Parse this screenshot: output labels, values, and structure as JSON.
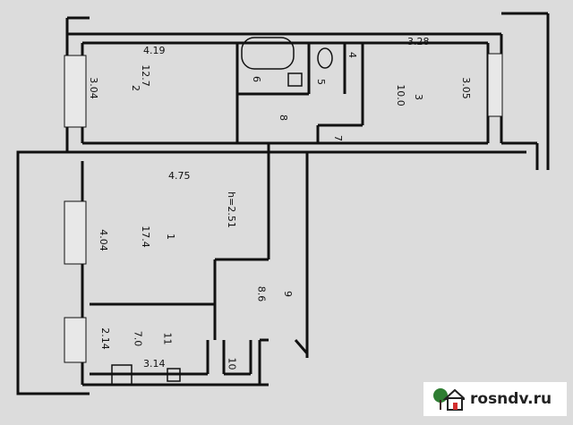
{
  "plan": {
    "ceiling_height": "h=2.51",
    "rooms": [
      {
        "id": "1",
        "area": "17.4",
        "dim_w": "4.75",
        "dim_h": "4.04"
      },
      {
        "id": "2",
        "area": "12.7",
        "dim_w": "4.19",
        "dim_h": "3.04"
      },
      {
        "id": "3",
        "area": "10.0",
        "dim_w": "3.28",
        "dim_h": "3.05"
      },
      {
        "id": "4"
      },
      {
        "id": "5"
      },
      {
        "id": "6"
      },
      {
        "id": "7"
      },
      {
        "id": "8"
      },
      {
        "id": "9",
        "area": "8.6"
      },
      {
        "id": "10"
      },
      {
        "id": "11",
        "area": "7.0",
        "dim_w": "3.14",
        "dim_h": "2.14"
      }
    ]
  },
  "watermark": {
    "text": "rosndv.ru",
    "icon": "house-tree-logo-icon",
    "colors": {
      "tree": "#2e7d32",
      "door": "#d32f2f"
    }
  }
}
